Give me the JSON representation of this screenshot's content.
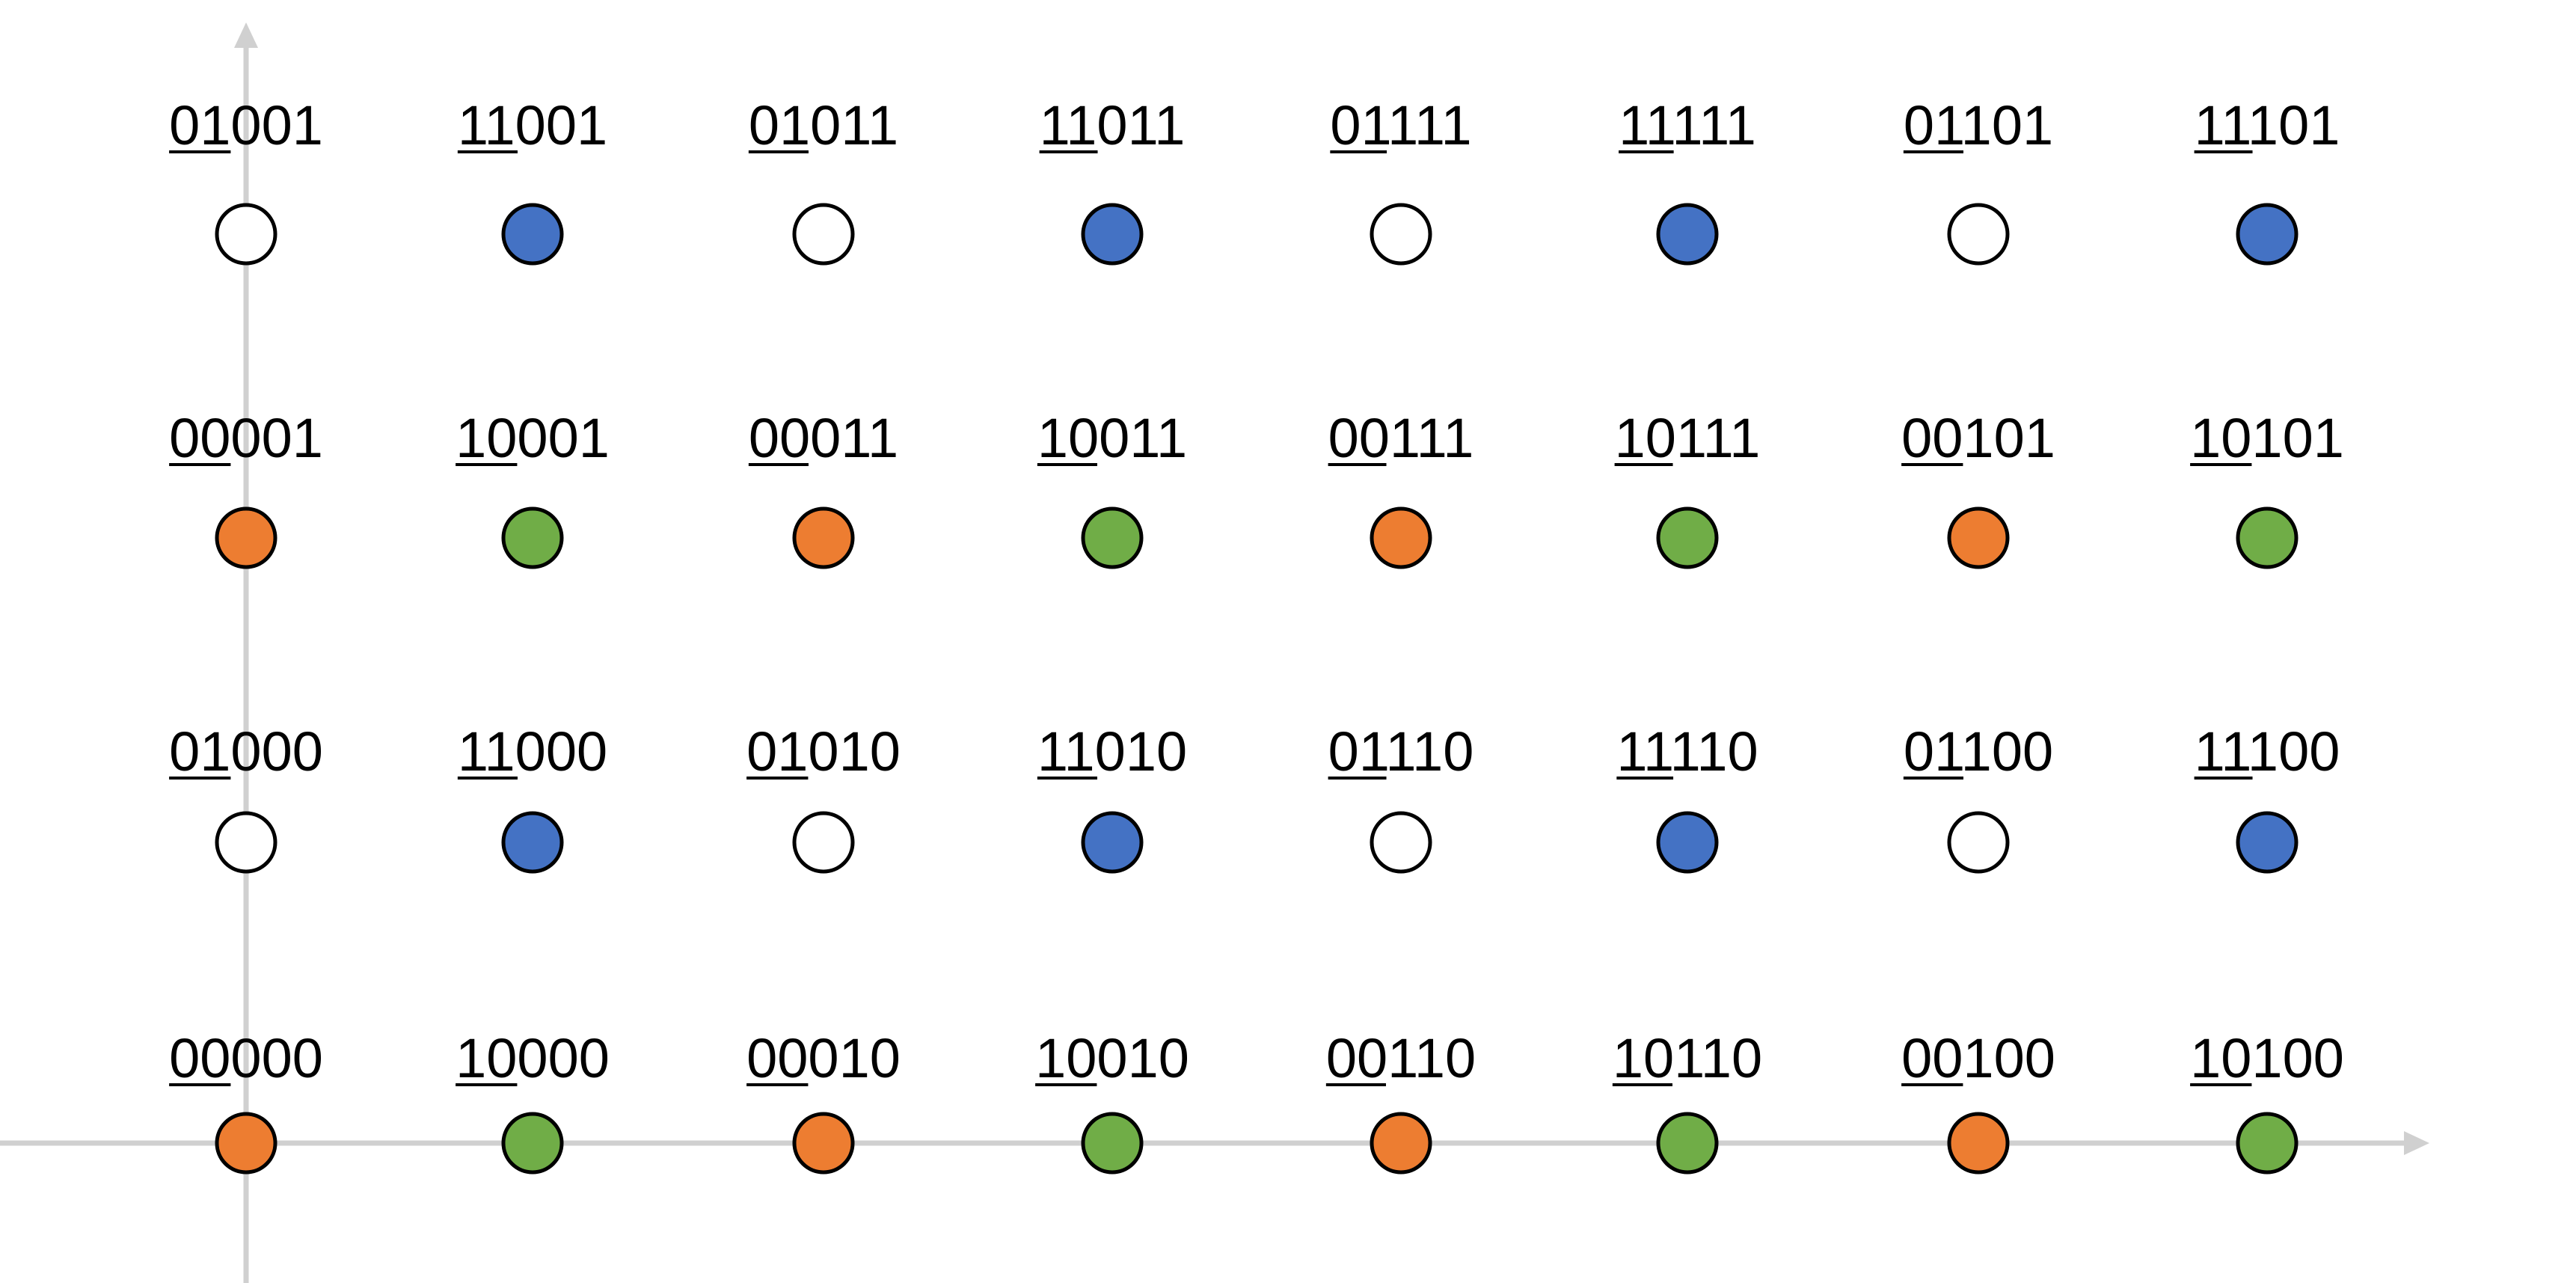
{
  "colors": {
    "white": "#ffffff",
    "blue": "#4472c4",
    "orange": "#ed7d31",
    "green": "#70ad47",
    "axis": "#d0d0d0",
    "outline": "#000000"
  },
  "underlined_prefix_length": 2,
  "rows": [
    {
      "nodes": [
        {
          "label": "01001",
          "color": "white"
        },
        {
          "label": "11001",
          "color": "blue"
        },
        {
          "label": "01011",
          "color": "white"
        },
        {
          "label": "11011",
          "color": "blue"
        },
        {
          "label": "01111",
          "color": "white"
        },
        {
          "label": "11111",
          "color": "blue"
        },
        {
          "label": "01101",
          "color": "white"
        },
        {
          "label": "11101",
          "color": "blue"
        }
      ]
    },
    {
      "nodes": [
        {
          "label": "00001",
          "color": "orange"
        },
        {
          "label": "10001",
          "color": "green"
        },
        {
          "label": "00011",
          "color": "orange"
        },
        {
          "label": "10011",
          "color": "green"
        },
        {
          "label": "00111",
          "color": "orange"
        },
        {
          "label": "10111",
          "color": "green"
        },
        {
          "label": "00101",
          "color": "orange"
        },
        {
          "label": "10101",
          "color": "green"
        }
      ]
    },
    {
      "nodes": [
        {
          "label": "01000",
          "color": "white"
        },
        {
          "label": "11000",
          "color": "blue"
        },
        {
          "label": "01010",
          "color": "white"
        },
        {
          "label": "11010",
          "color": "blue"
        },
        {
          "label": "01110",
          "color": "white"
        },
        {
          "label": "11110",
          "color": "blue"
        },
        {
          "label": "01100",
          "color": "white"
        },
        {
          "label": "11100",
          "color": "blue"
        }
      ]
    },
    {
      "nodes": [
        {
          "label": "00000",
          "color": "orange"
        },
        {
          "label": "10000",
          "color": "green"
        },
        {
          "label": "00010",
          "color": "orange"
        },
        {
          "label": "10010",
          "color": "green"
        },
        {
          "label": "00110",
          "color": "orange"
        },
        {
          "label": "10110",
          "color": "green"
        },
        {
          "label": "00100",
          "color": "orange"
        },
        {
          "label": "10100",
          "color": "green"
        }
      ]
    }
  ]
}
